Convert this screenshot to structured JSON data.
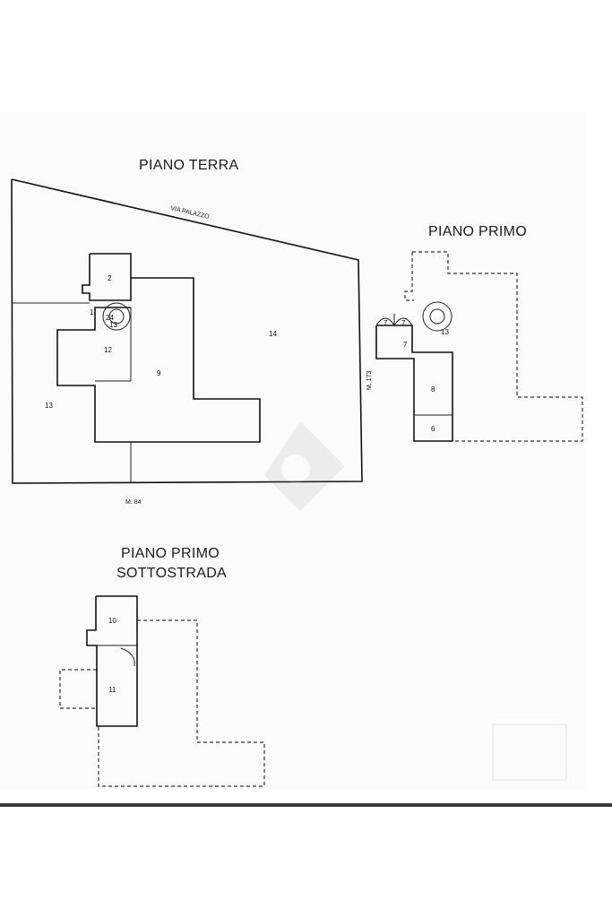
{
  "titles": {
    "ground_floor": "PIANO TERRA",
    "first_floor": "PIANO PRIMO",
    "basement_line1": "PIANO PRIMO",
    "basement_line2": "SOTTOSTRADA"
  },
  "street": "VIA PALAZZO",
  "parcel_labels": {
    "m173": "M. 173",
    "m84": "M. 84"
  },
  "ground_rooms": {
    "r2": "2",
    "r1": "1",
    "r24": "24",
    "r13": "13",
    "r12": "12",
    "r9": "9",
    "r13_yard": "13",
    "r14": "14"
  },
  "first_rooms": {
    "r7a": "7",
    "r7b": "7",
    "r7c": "7",
    "r13": "13",
    "r8": "8",
    "r6": "6"
  },
  "basement_rooms": {
    "r10": "10",
    "r11": "11"
  },
  "colors": {
    "ink": "#111111",
    "paper": "#fbfbfb",
    "bottom_bar": "#3a3a3a"
  }
}
